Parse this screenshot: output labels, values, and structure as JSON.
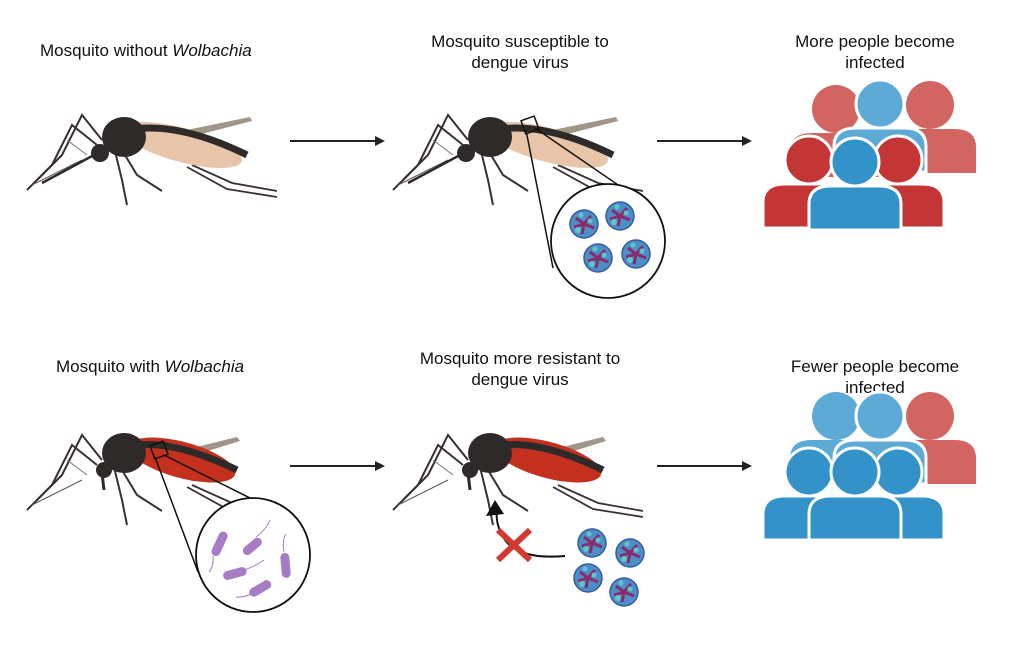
{
  "row1": {
    "step1": {
      "label_prefix": "Mosquito without ",
      "label_italic": "Wolbachia"
    },
    "step2": {
      "line1": "Mosquito susceptible to",
      "line2": "dengue virus"
    },
    "step3": {
      "line1": "More people become",
      "line2": "infected"
    }
  },
  "row2": {
    "step1": {
      "label_prefix": "Mosquito with ",
      "label_italic": "Wolbachia"
    },
    "step2": {
      "line1": "Mosquito more resistant to",
      "line2": "dengue virus"
    },
    "step3": {
      "line1": "Fewer people become",
      "line2": "infected"
    }
  },
  "colors": {
    "infected_light": "#d26462",
    "infected_dark": "#c43535",
    "healthy_light": "#5eaad6",
    "healthy_dark": "#3393c9",
    "wolbachia": "#a87cc4",
    "blocked_x": "#d23a30",
    "mosquito_body": "#2e2a2a",
    "abdomen_normal": "#e8c4a8",
    "abdomen_wolbachia": "#c4301e"
  }
}
